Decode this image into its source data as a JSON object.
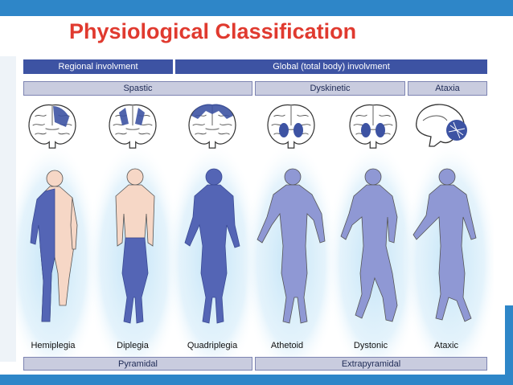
{
  "title": "Physiological Classification",
  "headers": {
    "regional": "Regional involvment",
    "global": "Global (total body) involvment"
  },
  "groups": {
    "spastic": "Spastic",
    "dyskinetic": "Dyskinetic",
    "ataxia": "Ataxia"
  },
  "types": {
    "hemiplegia": "Hemiplegia",
    "diplegia": "Diplegia",
    "quadriplegia": "Quadriplegia",
    "athetoid": "Athetoid",
    "dystonic": "Dystonic",
    "ataxic": "Ataxic"
  },
  "footers": {
    "pyramidal": "Pyramidal",
    "extrapyramidal": "Extrapyramidal"
  },
  "colors": {
    "title": "#e03a2f",
    "accent_bar": "#2e86c8",
    "header_fill": "#3d53a3",
    "subheader_fill": "#c9ccdf",
    "affected": "#5465b5",
    "unaffected": "#f6d7c6",
    "glow": "#c3e4f7"
  }
}
